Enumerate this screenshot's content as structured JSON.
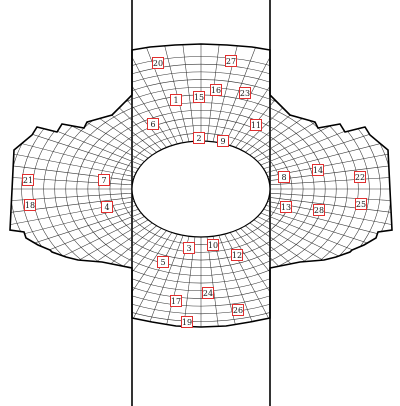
{
  "diagram": {
    "kind": "finite-element mesh around an elliptical opening",
    "colors": {
      "mesh_lines": "#333333",
      "outline": "#000000",
      "label_border": "#e03030",
      "background": "#ffffff"
    },
    "node_labels": [
      "1",
      "2",
      "3",
      "4",
      "5",
      "6",
      "7",
      "8",
      "9",
      "10",
      "11",
      "12",
      "13",
      "14",
      "15",
      "16",
      "17",
      "18",
      "19",
      "20",
      "21",
      "22",
      "23",
      "24",
      "25",
      "26",
      "27",
      "28"
    ]
  }
}
